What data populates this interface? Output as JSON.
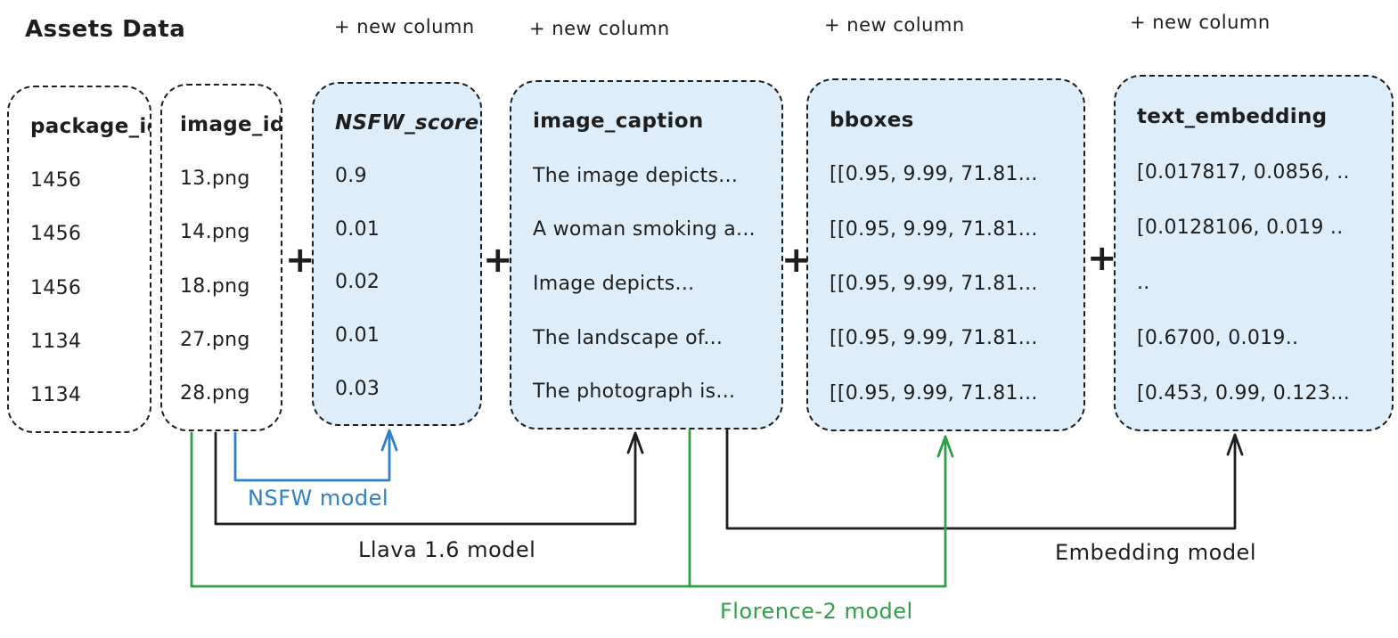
{
  "title": "Assets Data",
  "plus_symbol": "+",
  "new_column_labels": [
    "+ new column",
    "+ new column",
    "+ new column",
    "+ new column"
  ],
  "columns": [
    {
      "name": "package_id",
      "rows": [
        "1456",
        "1456",
        "1456",
        "1134",
        "1134"
      ]
    },
    {
      "name": "image_id",
      "rows": [
        "13.png",
        "14.png",
        "18.png",
        "27.png",
        "28.png"
      ]
    },
    {
      "name": "NSFW_score",
      "rows": [
        "0.9",
        "0.01",
        "0.02",
        "0.01",
        "0.03"
      ]
    },
    {
      "name": "image_caption",
      "rows": [
        "The image depicts...",
        "A woman smoking a...",
        "Image depicts...",
        "The landscape of...",
        "The photograph is..."
      ]
    },
    {
      "name": "bboxes",
      "rows": [
        "[[0.95, 9.99, 71.81...",
        "[[0.95, 9.99, 71.81...",
        "[[0.95, 9.99, 71.81...",
        "[[0.95, 9.99, 71.81...",
        "[[0.95, 9.99, 71.81..."
      ]
    },
    {
      "name": "text_embedding",
      "rows": [
        "[0.017817, 0.0856, ..",
        "[0.0128106, 0.019 ..",
        "..",
        "[0.6700, 0.019..",
        "[0.453, 0.99, 0.123..."
      ]
    }
  ],
  "models": [
    {
      "label": "NSFW model",
      "color": "#2f80c9"
    },
    {
      "label": "Llava 1.6 model",
      "color": "#1e1e1e"
    },
    {
      "label": "Embedding model",
      "color": "#1e1e1e"
    },
    {
      "label": "Florence-2 model",
      "color": "#2f9e44"
    }
  ],
  "colors": {
    "new_column_fill": "#deedfa",
    "stroke": "#1e1e1e",
    "nsfw_model_accent": "#2f80c9",
    "florence_model_accent": "#2f9e44"
  }
}
